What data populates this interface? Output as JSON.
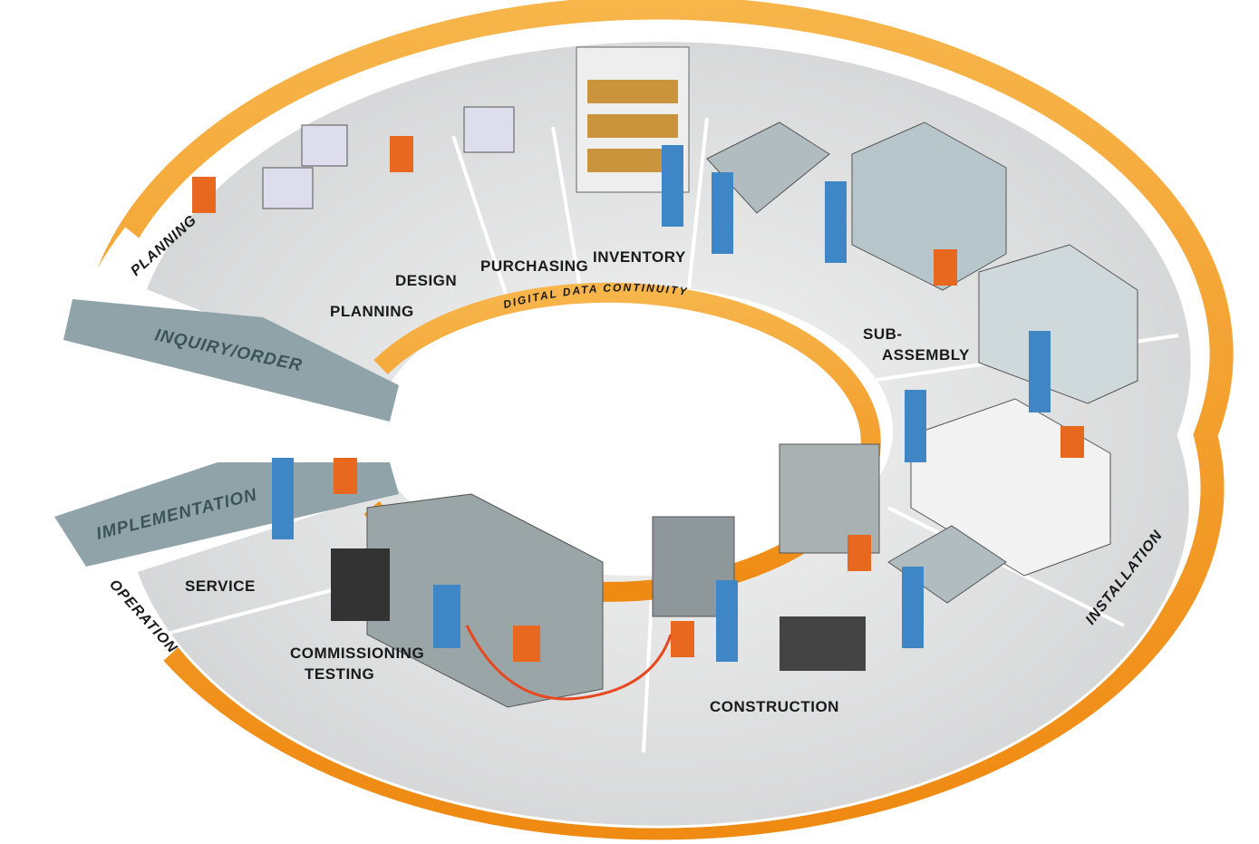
{
  "title": "Digital data continuity process cycle",
  "center_label": "DIGITAL DATA CONTINUITY",
  "phases": {
    "planning": "PLANNING",
    "inquiry_order": "INQUIRY/ORDER",
    "implementation": "IMPLEMENTATION",
    "operation": "OPERATION",
    "installation": "INSTALLATION"
  },
  "stations": {
    "planning": "PLANNING",
    "design": "DESIGN",
    "purchasing": "PURCHASING",
    "inventory": "INVENTORY",
    "sub_assembly_1": "SUB-",
    "sub_assembly_2": "ASSEMBLY",
    "construction": "CONSTRUCTION",
    "commissioning": "COMMISSIONING",
    "testing": "TESTING",
    "service": "SERVICE"
  },
  "colors": {
    "orange": "#f39a1e",
    "platform": "#d9dadb",
    "band": "#8fa3a8",
    "worker_shirt": "#e8681f",
    "overall": "#3f86c6"
  }
}
